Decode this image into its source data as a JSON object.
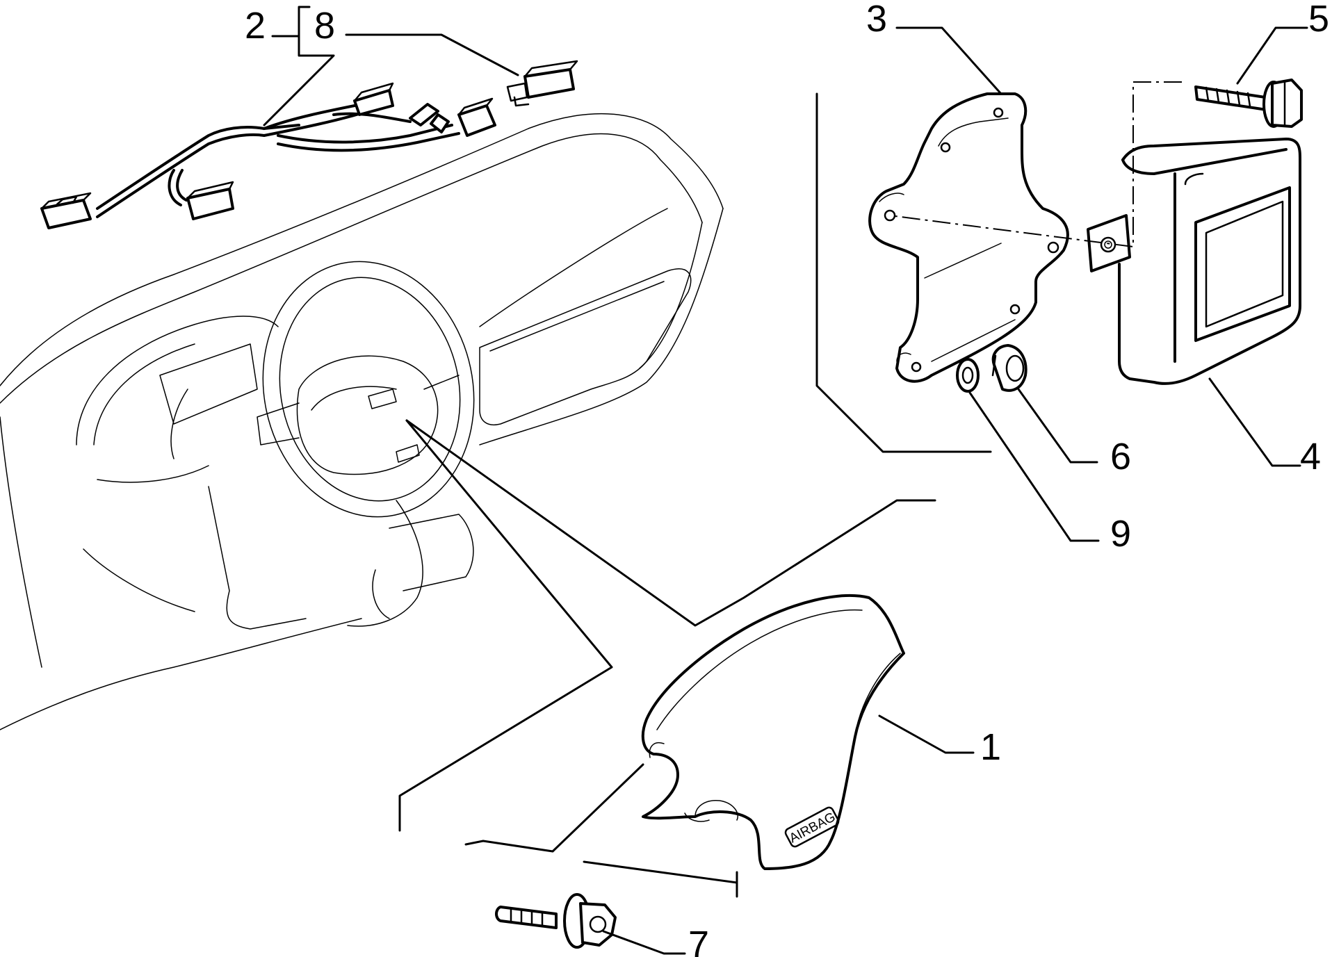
{
  "diagram": {
    "callouts": {
      "c1": "1",
      "c2": "2",
      "c3": "3",
      "c4": "4",
      "c5": "5",
      "c6": "6",
      "c7": "7",
      "c8": "8",
      "c9": "9"
    },
    "airbag_emboss": "AIRBAG"
  }
}
